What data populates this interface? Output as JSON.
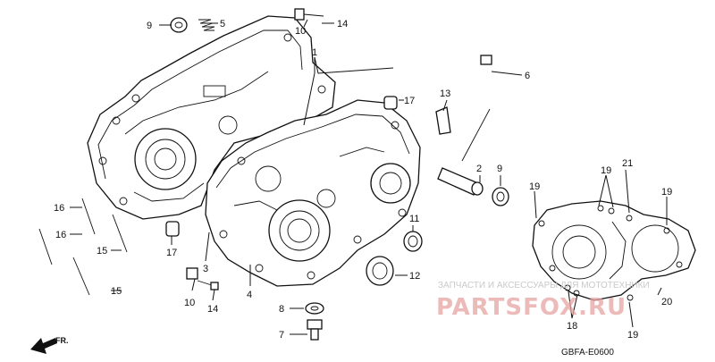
{
  "diagram": {
    "code": "GBFA-E0600",
    "front_label": "FR.",
    "watermark": {
      "caption": "ЗАПЧАСТИ И АКСЕССУАРЫ ДЛЯ МОТОТЕХНИКИ",
      "brand": "PARTSFOX.RU"
    },
    "callouts": {
      "c9a": "9",
      "c5": "5",
      "c10a": "10",
      "c14a": "14",
      "c1": "1",
      "c6": "6",
      "c17a": "17",
      "c13": "13",
      "c2": "2",
      "c9b": "9",
      "c16a": "16",
      "c16b": "16",
      "c15a": "15",
      "c15b": "15",
      "c17b": "17",
      "c3": "3",
      "c10b": "10",
      "c14b": "14",
      "c4": "4",
      "c11": "11",
      "c12": "12",
      "c8": "8",
      "c7": "7",
      "c19a": "19",
      "c21": "21",
      "c19b": "19",
      "c19c": "19",
      "c18": "18",
      "c19d": "19",
      "c20": "20"
    }
  }
}
